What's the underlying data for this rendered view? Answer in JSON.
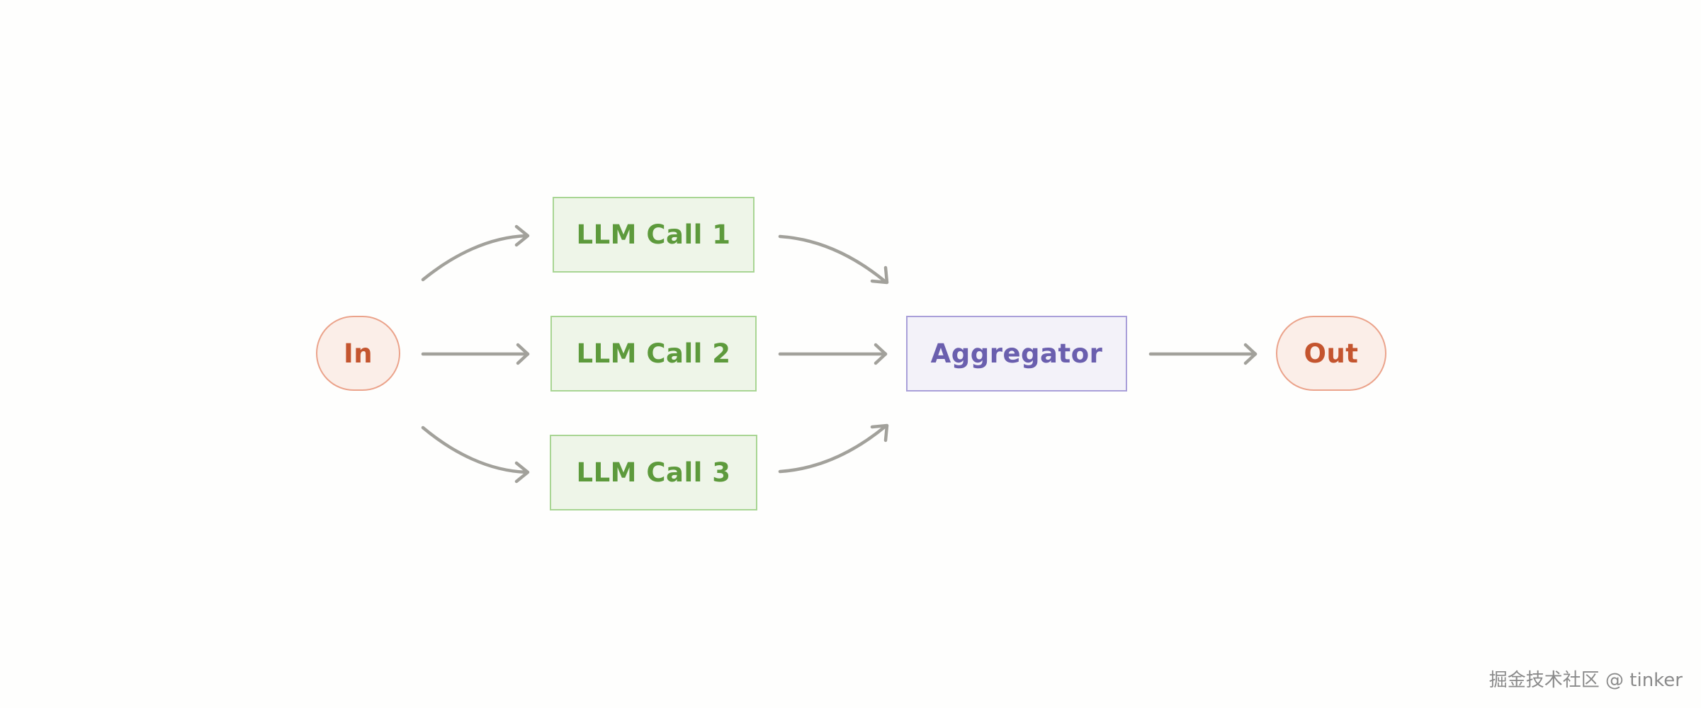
{
  "diagram": {
    "nodes": {
      "input": "In",
      "call_1": "LLM Call 1",
      "call_2": "LLM Call 2",
      "call_3": "LLM Call 3",
      "aggregator": "Aggregator",
      "output": "Out"
    },
    "colors": {
      "terminal_border": "#eba38b",
      "terminal_fill": "#fbeee8",
      "terminal_text": "#c4552f",
      "llm_border": "#a8d593",
      "llm_fill": "#eef5e8",
      "llm_text": "#5d9a3c",
      "aggregator_border": "#a99fd9",
      "aggregator_fill": "#f3f2f9",
      "aggregator_text": "#6a5fae",
      "arrow": "#a2a19b"
    }
  },
  "watermark": "掘金技术社区 @ tinker"
}
